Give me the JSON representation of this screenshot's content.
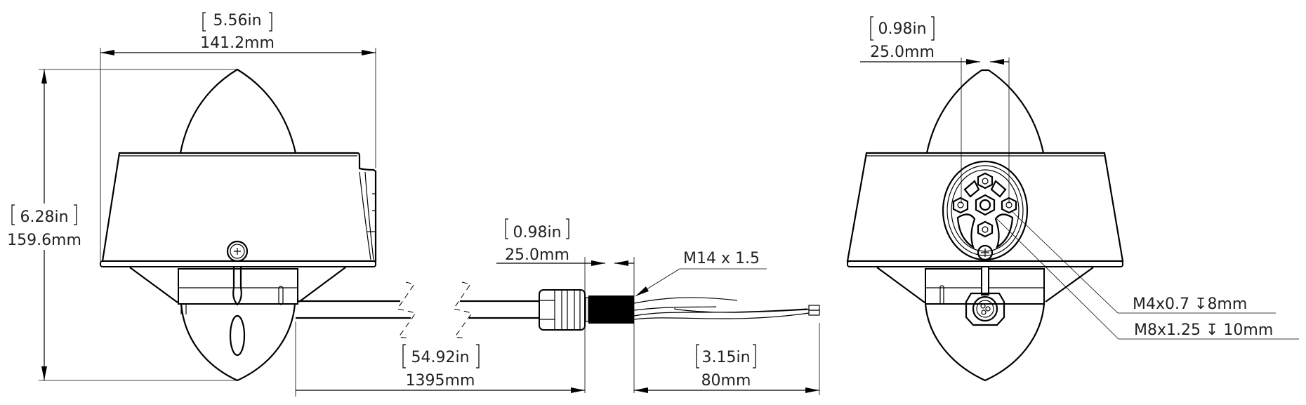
{
  "drawing": {
    "views": [
      "side-view",
      "cable-assembly",
      "rear-view"
    ],
    "colors": {
      "line": "#000000",
      "text": "#222222",
      "background": "#ffffff"
    }
  },
  "dimensions": {
    "overall_width": {
      "inch": "5.56in",
      "mm": "141.2mm"
    },
    "overall_height": {
      "inch": "6.28in",
      "mm": "159.6mm"
    },
    "nut_length": {
      "inch": "0.98in",
      "mm": "25.0mm"
    },
    "cable_length": {
      "inch": "54.92in",
      "mm": "1395mm"
    },
    "lead_length": {
      "inch": "3.15in",
      "mm": "80mm"
    },
    "mount_spacing": {
      "inch": "0.98in",
      "mm": "25.0mm"
    }
  },
  "callouts": {
    "thread": "M14 x 1.5",
    "small_hole": {
      "spec": "M4x0.7",
      "depth_symbol": "↧",
      "depth": "8mm"
    },
    "large_hole": {
      "spec": "M8x1.25",
      "depth_symbol": "↧",
      "depth": "10mm"
    }
  }
}
